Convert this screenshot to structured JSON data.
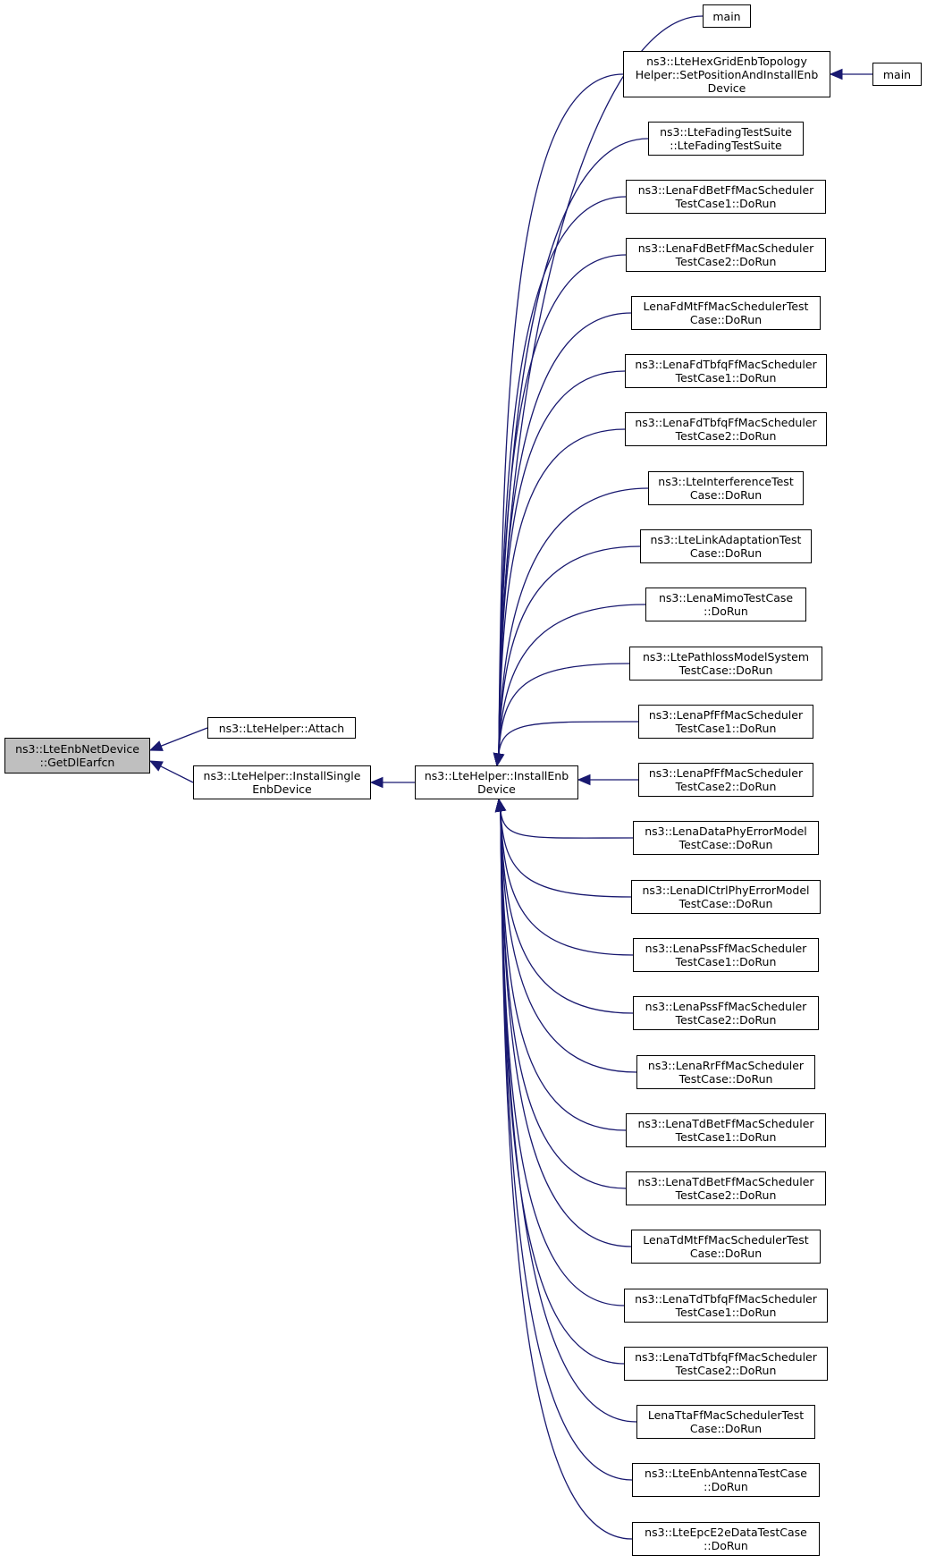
{
  "graph": {
    "root": {
      "id": "root",
      "lines": [
        "ns3::LteEnbNetDevice",
        "::GetDlEarfcn"
      ]
    },
    "level1": [
      {
        "id": "attach",
        "lines": [
          "ns3::LteHelper::Attach"
        ]
      },
      {
        "id": "install-single",
        "lines": [
          "ns3::LteHelper::InstallSingle",
          "EnbDevice"
        ]
      }
    ],
    "level2": [
      {
        "id": "install-enb",
        "lines": [
          "ns3::LteHelper::InstallEnb",
          "Device"
        ]
      }
    ],
    "callers": [
      {
        "id": "main-1",
        "lines": [
          "main"
        ]
      },
      {
        "id": "hexgrid",
        "lines": [
          "ns3::LteHexGridEnbTopology",
          "Helper::SetPositionAndInstallEnb",
          "Device"
        ]
      },
      {
        "id": "fading",
        "lines": [
          "ns3::LteFadingTestSuite",
          "::LteFadingTestSuite"
        ]
      },
      {
        "id": "fdbet1",
        "lines": [
          "ns3::LenaFdBetFfMacScheduler",
          "TestCase1::DoRun"
        ]
      },
      {
        "id": "fdbet2",
        "lines": [
          "ns3::LenaFdBetFfMacScheduler",
          "TestCase2::DoRun"
        ]
      },
      {
        "id": "fdmt",
        "lines": [
          "LenaFdMtFfMacSchedulerTest",
          "Case::DoRun"
        ]
      },
      {
        "id": "fdtbfq1",
        "lines": [
          "ns3::LenaFdTbfqFfMacScheduler",
          "TestCase1::DoRun"
        ]
      },
      {
        "id": "fdtbfq2",
        "lines": [
          "ns3::LenaFdTbfqFfMacScheduler",
          "TestCase2::DoRun"
        ]
      },
      {
        "id": "interference",
        "lines": [
          "ns3::LteInterferenceTest",
          "Case::DoRun"
        ]
      },
      {
        "id": "linkadapt",
        "lines": [
          "ns3::LteLinkAdaptationTest",
          "Case::DoRun"
        ]
      },
      {
        "id": "mimo",
        "lines": [
          "ns3::LenaMimoTestCase",
          "::DoRun"
        ]
      },
      {
        "id": "pathloss",
        "lines": [
          "ns3::LtePathlossModelSystem",
          "TestCase::DoRun"
        ]
      },
      {
        "id": "pf1",
        "lines": [
          "ns3::LenaPfFfMacScheduler",
          "TestCase1::DoRun"
        ]
      },
      {
        "id": "pf2",
        "lines": [
          "ns3::LenaPfFfMacScheduler",
          "TestCase2::DoRun"
        ]
      },
      {
        "id": "dataphy",
        "lines": [
          "ns3::LenaDataPhyErrorModel",
          "TestCase::DoRun"
        ]
      },
      {
        "id": "dlctrl",
        "lines": [
          "ns3::LenaDlCtrlPhyErrorModel",
          "TestCase::DoRun"
        ]
      },
      {
        "id": "pss1",
        "lines": [
          "ns3::LenaPssFfMacScheduler",
          "TestCase1::DoRun"
        ]
      },
      {
        "id": "pss2",
        "lines": [
          "ns3::LenaPssFfMacScheduler",
          "TestCase2::DoRun"
        ]
      },
      {
        "id": "rr",
        "lines": [
          "ns3::LenaRrFfMacScheduler",
          "TestCase::DoRun"
        ]
      },
      {
        "id": "tdbet1",
        "lines": [
          "ns3::LenaTdBetFfMacScheduler",
          "TestCase1::DoRun"
        ]
      },
      {
        "id": "tdbet2",
        "lines": [
          "ns3::LenaTdBetFfMacScheduler",
          "TestCase2::DoRun"
        ]
      },
      {
        "id": "tdmt",
        "lines": [
          "LenaTdMtFfMacSchedulerTest",
          "Case::DoRun"
        ]
      },
      {
        "id": "tdtbfq1",
        "lines": [
          "ns3::LenaTdTbfqFfMacScheduler",
          "TestCase1::DoRun"
        ]
      },
      {
        "id": "tdtbfq2",
        "lines": [
          "ns3::LenaTdTbfqFfMacScheduler",
          "TestCase2::DoRun"
        ]
      },
      {
        "id": "tta",
        "lines": [
          "LenaTtaFfMacSchedulerTest",
          "Case::DoRun"
        ]
      },
      {
        "id": "antenna",
        "lines": [
          "ns3::LteEnbAntennaTestCase",
          "::DoRun"
        ]
      },
      {
        "id": "epce2e",
        "lines": [
          "ns3::LteEpcE2eDataTestCase",
          "::DoRun"
        ]
      }
    ],
    "far": [
      {
        "id": "main-2",
        "lines": [
          "main"
        ]
      }
    ],
    "edges": [
      [
        "attach",
        "root"
      ],
      [
        "install-single",
        "root"
      ],
      [
        "install-enb",
        "install-single"
      ],
      [
        "main-2",
        "hexgrid"
      ],
      [
        "main-1",
        "install-enb"
      ],
      [
        "hexgrid",
        "install-enb"
      ],
      [
        "fading",
        "install-enb"
      ],
      [
        "fdbet1",
        "install-enb"
      ],
      [
        "fdbet2",
        "install-enb"
      ],
      [
        "fdmt",
        "install-enb"
      ],
      [
        "fdtbfq1",
        "install-enb"
      ],
      [
        "fdtbfq2",
        "install-enb"
      ],
      [
        "interference",
        "install-enb"
      ],
      [
        "linkadapt",
        "install-enb"
      ],
      [
        "mimo",
        "install-enb"
      ],
      [
        "pathloss",
        "install-enb"
      ],
      [
        "pf1",
        "install-enb"
      ],
      [
        "pf2",
        "install-enb"
      ],
      [
        "dataphy",
        "install-enb"
      ],
      [
        "dlctrl",
        "install-enb"
      ],
      [
        "pss1",
        "install-enb"
      ],
      [
        "pss2",
        "install-enb"
      ],
      [
        "rr",
        "install-enb"
      ],
      [
        "tdbet1",
        "install-enb"
      ],
      [
        "tdbet2",
        "install-enb"
      ],
      [
        "tdmt",
        "install-enb"
      ],
      [
        "tdtbfq1",
        "install-enb"
      ],
      [
        "tdtbfq2",
        "install-enb"
      ],
      [
        "tta",
        "install-enb"
      ],
      [
        "antenna",
        "install-enb"
      ],
      [
        "epce2e",
        "install-enb"
      ]
    ]
  }
}
